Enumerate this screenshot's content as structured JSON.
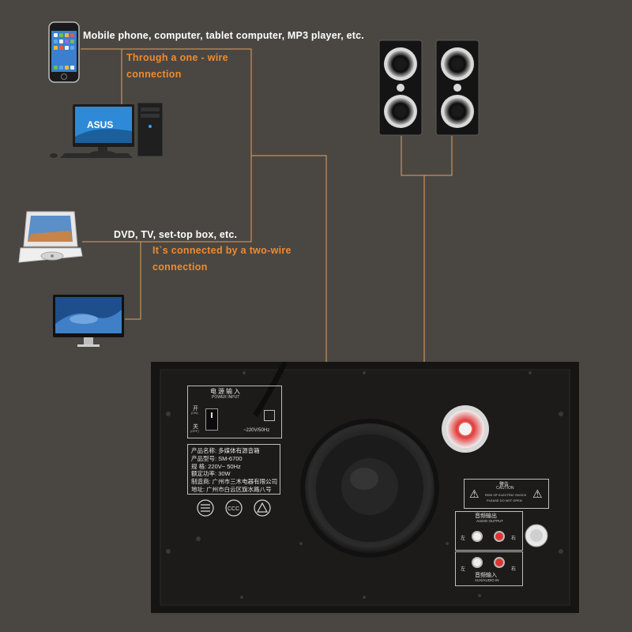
{
  "devices_group1": {
    "label": "Mobile phone,  computer,  tablet computer,  MP3 player,  etc.",
    "connection_line1": "Through a one - wire",
    "connection_line2": "connection",
    "icons": [
      "phone-icon",
      "desktop-computer-icon"
    ]
  },
  "devices_group2": {
    "label": "DVD,  TV,  set-top box,  etc.",
    "connection_line1": "It`s connected by a two-wire",
    "connection_line2": "connection",
    "icons": [
      "portable-dvd-icon",
      "monitor-icon"
    ]
  },
  "desktop_brand": "ASUS",
  "speaker_back": {
    "power_panel": {
      "title_cn": "电源输入",
      "title_en": "POWER INPUT",
      "switch_on": "开",
      "switch_on_en": "(ON)",
      "switch_off": "关",
      "switch_off_en": "(OFF)",
      "voltage": "~220V/50Hz"
    },
    "spec_panel": {
      "rows": [
        "产品名称: 多媒体有源音箱",
        "产品型号: SM-6700",
        "规      格: 220V~ 50Hz",
        "额定功率: 30W",
        "制造商: 广州市三木电器有限公司",
        "地址: 广州市白云区旗水路八号"
      ]
    },
    "caution": {
      "title_cn": "警告",
      "title_en": "CAUTION",
      "line1": "RISK OF ELECTRIC SHOCK",
      "line2": "PLEASE DO NOT OPEN"
    },
    "audio_output": {
      "cn": "音频输出",
      "en": "AUDIO OUTPUT",
      "left": "左",
      "right": "右"
    },
    "audio_input": {
      "cn": "音频输入",
      "en": "AUX/AUDIO IN",
      "left": "左",
      "right": "右"
    }
  },
  "colors": {
    "background": "#4a4742",
    "orange_text": "#f28a2c",
    "wire": "#e0a060",
    "cabinet": "#161412"
  }
}
